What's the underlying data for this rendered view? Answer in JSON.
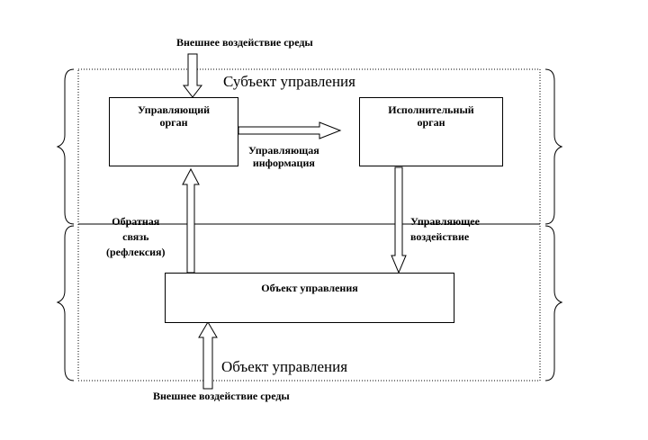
{
  "env_top_label": "Внешнее воздействие среды",
  "env_bottom_label": "Внешнее воздействие среды",
  "subject_zone_label": "Субъект управления",
  "object_zone_label": "Объект управления",
  "nodes": {
    "control_organ": "Управляющий\nорган",
    "executive_organ": "Исполнительный\nорган",
    "control_object": "Объект управления"
  },
  "edges": {
    "control_information": "Управляющая\nинформация",
    "feedback": "Обратная\nсвязь\n(рефлексия)",
    "control_action": "Управляющее\nвоздействие"
  }
}
